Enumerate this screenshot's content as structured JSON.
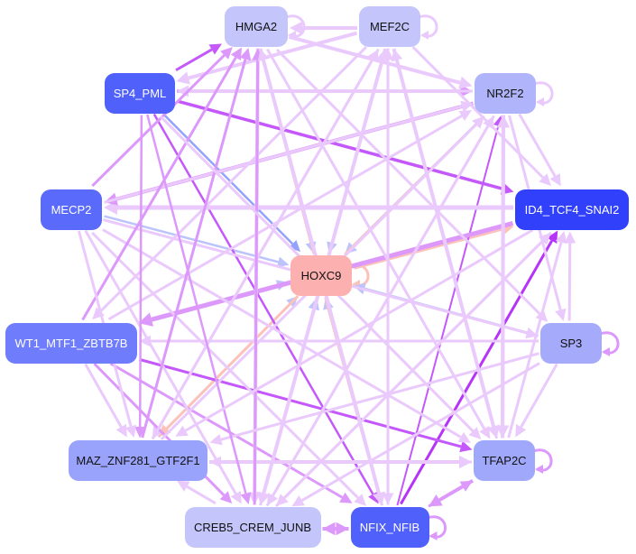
{
  "nodes": [
    {
      "id": "HMGA2",
      "label": "HMGA2",
      "color": "#c3c5fb",
      "text": "#111"
    },
    {
      "id": "MEF2C",
      "label": "MEF2C",
      "color": "#c3c5fb",
      "text": "#111"
    },
    {
      "id": "SP4_PML",
      "label": "SP4_PML",
      "color": "#5060fb",
      "text": "#fff"
    },
    {
      "id": "NR2F2",
      "label": "NR2F2",
      "color": "#b0b5fb",
      "text": "#111"
    },
    {
      "id": "MECP2",
      "label": "MECP2",
      "color": "#5a6afb",
      "text": "#fff"
    },
    {
      "id": "ID4_TCF4_SNAI2",
      "label": "ID4_TCF4_SNAI2",
      "color": "#3040fb",
      "text": "#fff"
    },
    {
      "id": "HOXC9",
      "label": "HOXC9",
      "color": "#fdb0b0",
      "text": "#111"
    },
    {
      "id": "WT1_MTF1_ZBTB7B",
      "label": "WT1_MTF1_ZBTB7B",
      "color": "#6f7cfb",
      "text": "#fff"
    },
    {
      "id": "SP3",
      "label": "SP3",
      "color": "#a5aafb",
      "text": "#111"
    },
    {
      "id": "MAZ_ZNF281_GTF2F1",
      "label": "MAZ_ZNF281_GTF2F1",
      "color": "#9aa3fb",
      "text": "#111"
    },
    {
      "id": "TFAP2C",
      "label": "TFAP2C",
      "color": "#a0a8fb",
      "text": "#111"
    },
    {
      "id": "CREB5_CREM_JUNB",
      "label": "CREB5_CREM_JUNB",
      "color": "#c3c5fb",
      "text": "#111"
    },
    {
      "id": "NFIX_NFIB",
      "label": "NFIX_NFIB",
      "color": "#5060fb",
      "text": "#fff"
    }
  ],
  "edge_colors": {
    "light": "#eacafc",
    "mid": "#dc98fb",
    "strong": "#c458fb",
    "vstrong": "#b634f8",
    "blue": "#bcc4fb",
    "dblue": "#93a2fb",
    "salmon": "#fcc2ba"
  },
  "edges": [
    [
      "HMGA2",
      "HMGA2",
      "light",
      3
    ],
    [
      "MEF2C",
      "MEF2C",
      "light",
      3
    ],
    [
      "NR2F2",
      "NR2F2",
      "light",
      3
    ],
    [
      "HOXC9",
      "HOXC9",
      "salmon",
      3
    ],
    [
      "SP3",
      "SP3",
      "mid",
      3
    ],
    [
      "TFAP2C",
      "TFAP2C",
      "mid",
      3
    ],
    [
      "NFIX_NFIB",
      "NFIX_NFIB",
      "mid",
      3
    ],
    [
      "SP4_PML",
      "HOXC9",
      "dblue",
      2.5
    ],
    [
      "MECP2",
      "HOXC9",
      "blue",
      2.5
    ],
    [
      "HMGA2",
      "HOXC9",
      "blue",
      2.5
    ],
    [
      "MEF2C",
      "HOXC9",
      "blue",
      2.5
    ],
    [
      "NR2F2",
      "HOXC9",
      "blue",
      3
    ],
    [
      "SP3",
      "HOXC9",
      "blue",
      3
    ],
    [
      "NFIX_NFIB",
      "HOXC9",
      "blue",
      2.5
    ],
    [
      "CREB5_CREM_JUNB",
      "HOXC9",
      "blue",
      3
    ],
    [
      "MAZ_ZNF281_GTF2F1",
      "HOXC9",
      "blue",
      2.5
    ],
    [
      "WT1_MTF1_ZBTB7B",
      "HOXC9",
      "blue",
      2.5
    ],
    [
      "HOXC9",
      "HMGA2",
      "salmon",
      2.5
    ],
    [
      "HOXC9",
      "MEF2C",
      "salmon",
      2.5
    ],
    [
      "HOXC9",
      "NR2F2",
      "salmon",
      2.5
    ],
    [
      "HOXC9",
      "ID4_TCF4_SNAI2",
      "salmon",
      2.5
    ],
    [
      "HOXC9",
      "WT1_MTF1_ZBTB7B",
      "salmon",
      2.5
    ],
    [
      "HOXC9",
      "MAZ_ZNF281_GTF2F1",
      "salmon",
      3
    ],
    [
      "HOXC9",
      "CREB5_CREM_JUNB",
      "salmon",
      3
    ],
    [
      "HOXC9",
      "NFIX_NFIB",
      "salmon",
      3
    ],
    [
      "HOXC9",
      "TFAP2C",
      "salmon",
      2.5
    ],
    [
      "SP4_PML",
      "HMGA2",
      "strong",
      3
    ],
    [
      "SP4_PML",
      "NR2F2",
      "mid",
      3.5
    ],
    [
      "NR2F2",
      "SP4_PML",
      "light",
      3
    ],
    [
      "SP4_PML",
      "ID4_TCF4_SNAI2",
      "strong",
      3.5
    ],
    [
      "NFIX_NFIB",
      "ID4_TCF4_SNAI2",
      "vstrong",
      3
    ],
    [
      "NFIX_NFIB",
      "NR2F2",
      "strong",
      2
    ],
    [
      "WT1_MTF1_ZBTB7B",
      "TFAP2C",
      "strong",
      3
    ],
    [
      "WT1_MTF1_ZBTB7B",
      "NFIX_NFIB",
      "mid",
      3
    ],
    [
      "SP4_PML",
      "NFIX_NFIB",
      "strong",
      2.5
    ],
    [
      "ID4_TCF4_SNAI2",
      "MECP2",
      "light",
      5
    ],
    [
      "ID4_TCF4_SNAI2",
      "WT1_MTF1_ZBTB7B",
      "mid",
      5
    ],
    [
      "MEF2C",
      "HMGA2",
      "light",
      4
    ],
    [
      "HMGA2",
      "NR2F2",
      "light",
      4
    ],
    [
      "MEF2C",
      "SP4_PML",
      "light",
      4
    ],
    [
      "NR2F2",
      "MECP2",
      "mid",
      4
    ],
    [
      "MECP2",
      "NR2F2",
      "light",
      3
    ],
    [
      "SP3",
      "WT1_MTF1_ZBTB7B",
      "light",
      3
    ],
    [
      "MAZ_ZNF281_GTF2F1",
      "TFAP2C",
      "light",
      4
    ],
    [
      "TFAP2C",
      "MAZ_ZNF281_GTF2F1",
      "light",
      3
    ],
    [
      "CREB5_CREM_JUNB",
      "NFIX_NFIB",
      "mid",
      4
    ],
    [
      "NFIX_NFIB",
      "CREB5_CREM_JUNB",
      "mid",
      4
    ],
    [
      "TFAP2C",
      "NFIX_NFIB",
      "mid",
      4
    ],
    [
      "NFIX_NFIB",
      "TFAP2C",
      "mid",
      3
    ],
    [
      "CREB5_CREM_JUNB",
      "MAZ_ZNF281_GTF2F1",
      "light",
      3
    ],
    [
      "HMGA2",
      "CREB5_CREM_JUNB",
      "light",
      4
    ],
    [
      "HMGA2",
      "NFIX_NFIB",
      "light",
      4
    ],
    [
      "HMGA2",
      "TFAP2C",
      "light",
      3
    ],
    [
      "HMGA2",
      "SP3",
      "light",
      3
    ],
    [
      "MEF2C",
      "CREB5_CREM_JUNB",
      "light",
      4
    ],
    [
      "MEF2C",
      "MAZ_ZNF281_GTF2F1",
      "light",
      3
    ],
    [
      "MEF2C",
      "TFAP2C",
      "light",
      4
    ],
    [
      "MEF2C",
      "ID4_TCF4_SNAI2",
      "light",
      3
    ],
    [
      "MEF2C",
      "WT1_MTF1_ZBTB7B",
      "light",
      3
    ],
    [
      "MEF2C",
      "NFIX_NFIB",
      "light",
      3
    ],
    [
      "NR2F2",
      "TFAP2C",
      "light",
      4
    ],
    [
      "NR2F2",
      "SP3",
      "light",
      3
    ],
    [
      "NR2F2",
      "CREB5_CREM_JUNB",
      "light",
      3
    ],
    [
      "NR2F2",
      "ID4_TCF4_SNAI2",
      "light",
      3
    ],
    [
      "MECP2",
      "SP3",
      "light",
      3
    ],
    [
      "MECP2",
      "NFIX_NFIB",
      "light",
      3
    ],
    [
      "MECP2",
      "CREB5_CREM_JUNB",
      "light",
      3
    ],
    [
      "MECP2",
      "TFAP2C",
      "light",
      3
    ],
    [
      "MECP2",
      "HMGA2",
      "mid",
      3
    ],
    [
      "WT1_MTF1_ZBTB7B",
      "HMGA2",
      "mid",
      3
    ],
    [
      "WT1_MTF1_ZBTB7B",
      "NR2F2",
      "light",
      3
    ],
    [
      "WT1_MTF1_ZBTB7B",
      "CREB5_CREM_JUNB",
      "mid",
      3
    ],
    [
      "MAZ_ZNF281_GTF2F1",
      "HMGA2",
      "mid",
      3
    ],
    [
      "MAZ_ZNF281_GTF2F1",
      "MEF2C",
      "light",
      3
    ],
    [
      "MAZ_ZNF281_GTF2F1",
      "NR2F2",
      "light",
      3
    ],
    [
      "CREB5_CREM_JUNB",
      "HMGA2",
      "mid",
      3
    ],
    [
      "CREB5_CREM_JUNB",
      "MEF2C",
      "light",
      3
    ],
    [
      "CREB5_CREM_JUNB",
      "NR2F2",
      "light",
      3
    ],
    [
      "CREB5_CREM_JUNB",
      "ID4_TCF4_SNAI2",
      "light",
      3
    ],
    [
      "SP3",
      "MAZ_ZNF281_GTF2F1",
      "light",
      3
    ],
    [
      "SP3",
      "CREB5_CREM_JUNB",
      "light",
      3
    ],
    [
      "SP3",
      "TFAP2C",
      "light",
      3
    ],
    [
      "SP3",
      "ID4_TCF4_SNAI2",
      "light",
      3
    ],
    [
      "TFAP2C",
      "NR2F2",
      "light",
      4
    ],
    [
      "TFAP2C",
      "ID4_TCF4_SNAI2",
      "light",
      3
    ],
    [
      "TFAP2C",
      "MEF2C",
      "light",
      3
    ],
    [
      "SP4_PML",
      "MAZ_ZNF281_GTF2F1",
      "mid",
      2.5
    ],
    [
      "SP4_PML",
      "CREB5_CREM_JUNB",
      "mid",
      2.5
    ],
    [
      "SP4_PML",
      "TFAP2C",
      "light",
      3
    ],
    [
      "ID4_TCF4_SNAI2",
      "CREB5_CREM_JUNB",
      "light",
      3
    ],
    [
      "ID4_TCF4_SNAI2",
      "MAZ_ZNF281_GTF2F1",
      "light",
      3
    ],
    [
      "NFIX_NFIB",
      "MEF2C",
      "light",
      3
    ],
    [
      "NFIX_NFIB",
      "HMGA2",
      "light",
      3
    ],
    [
      "MECP2",
      "MAZ_ZNF281_GTF2F1",
      "light",
      3
    ],
    [
      "WT1_MTF1_ZBTB7B",
      "MAZ_ZNF281_GTF2F1",
      "light",
      3
    ]
  ]
}
